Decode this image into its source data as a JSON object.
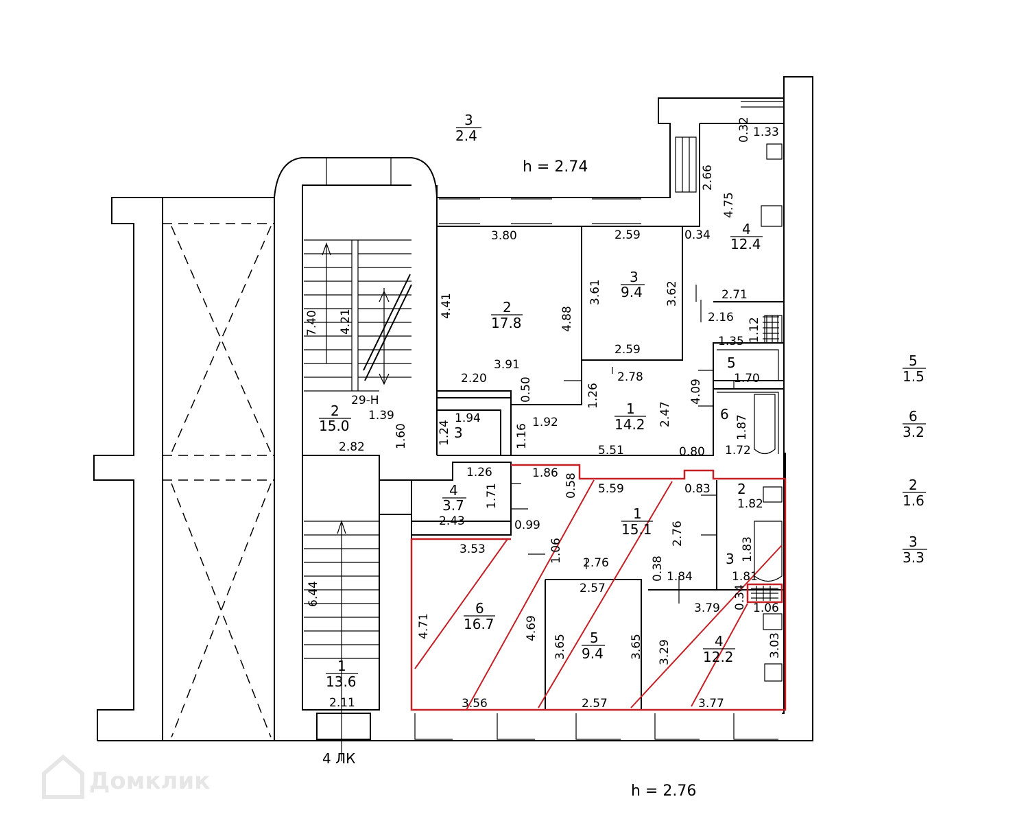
{
  "heights": {
    "upper": "h  =  2.74",
    "lower": "h  =  2.76"
  },
  "entrance_label": "4 ЛК",
  "watermark": {
    "text": "Домклик",
    "icon": "house-icon"
  },
  "colors": {
    "highlight": "#c42026",
    "lines": "#000000"
  },
  "legend": [
    {
      "num": "5",
      "area": "1.5"
    },
    {
      "num": "6",
      "area": "3.2"
    },
    {
      "num": "2",
      "area": "1.6"
    },
    {
      "num": "3",
      "area": "3.3"
    }
  ],
  "top_outside": {
    "num": "3",
    "area": "2.4"
  },
  "rooms": {
    "stair_1": {
      "num": "1",
      "area": "13.6"
    },
    "stair_2": {
      "num": "2",
      "area": "15.0"
    },
    "a_2": {
      "num": "2",
      "area": "17.8"
    },
    "a_3": {
      "num": "3",
      "area": "9.4"
    },
    "a_4": {
      "num": "4",
      "area": "12.4"
    },
    "a_1": {
      "num": "1",
      "area": "14.2"
    },
    "a_3s": {
      "num": "3"
    },
    "a_5": {
      "num": "5"
    },
    "a_6": {
      "num": "6"
    },
    "b_4": {
      "num": "4",
      "area": "3.7"
    },
    "b_1": {
      "num": "1",
      "area": "15.1"
    },
    "b_6": {
      "num": "6",
      "area": "16.7"
    },
    "b_5": {
      "num": "5",
      "area": "9.4"
    },
    "b_4b": {
      "num": "4",
      "area": "12.2"
    },
    "b_2": {
      "num": "2"
    },
    "b_3": {
      "num": "3"
    }
  },
  "dims": {
    "d_380": "3.80",
    "d_259a": "2.59",
    "d_034a": "0.34",
    "d_441": "4.41",
    "d_488": "4.88",
    "d_361": "3.61",
    "d_362": "3.62",
    "d_259b": "2.59",
    "d_391": "3.91",
    "d_220": "2.20",
    "d_050": "0.50",
    "d_278": "2.78",
    "d_126a": "1.26",
    "d_194": "1.94",
    "d_124": "1.24",
    "d_116": "1.16",
    "d_192": "1.92",
    "d_247": "2.47",
    "d_551": "5.51",
    "d_080": "0.80",
    "d_740": "7.40",
    "d_421": "4.21",
    "d_29h": "29-Н",
    "d_139": "1.39",
    "d_160": "1.60",
    "d_282": "2.82",
    "d_644": "6.44",
    "d_211": "2.11",
    "d_032": "0.32",
    "d_133": "1.33",
    "d_266": "2.66",
    "d_475": "4.75",
    "d_271": "2.71",
    "d_216": "2.16",
    "d_112": "1.12",
    "d_135": "1.35",
    "d_170": "1.70",
    "d_409": "4.09",
    "d_187": "1.87",
    "d_172": "1.72",
    "d_126b": "1.26",
    "d_171": "1.71",
    "d_243": "2.43",
    "d_186": "1.86",
    "d_058": "0.58",
    "d_559": "5.59",
    "d_083": "0.83",
    "d_182": "1.82",
    "d_099": "0.99",
    "d_276a": "2.76",
    "d_353": "3.53",
    "d_106a": "1.06",
    "d_276b": "2.76",
    "d_038": "0.38",
    "d_184": "1.84",
    "d_183": "1.83",
    "d_181": "1.81",
    "d_257a": "2.57",
    "d_034b": "0.34",
    "d_106b": "1.06",
    "d_379": "3.79",
    "d_471": "4.71",
    "d_469": "4.69",
    "d_365a": "3.65",
    "d_365b": "3.65",
    "d_329": "3.29",
    "d_303": "3.03",
    "d_356": "3.56",
    "d_257b": "2.57",
    "d_377": "3.77"
  }
}
